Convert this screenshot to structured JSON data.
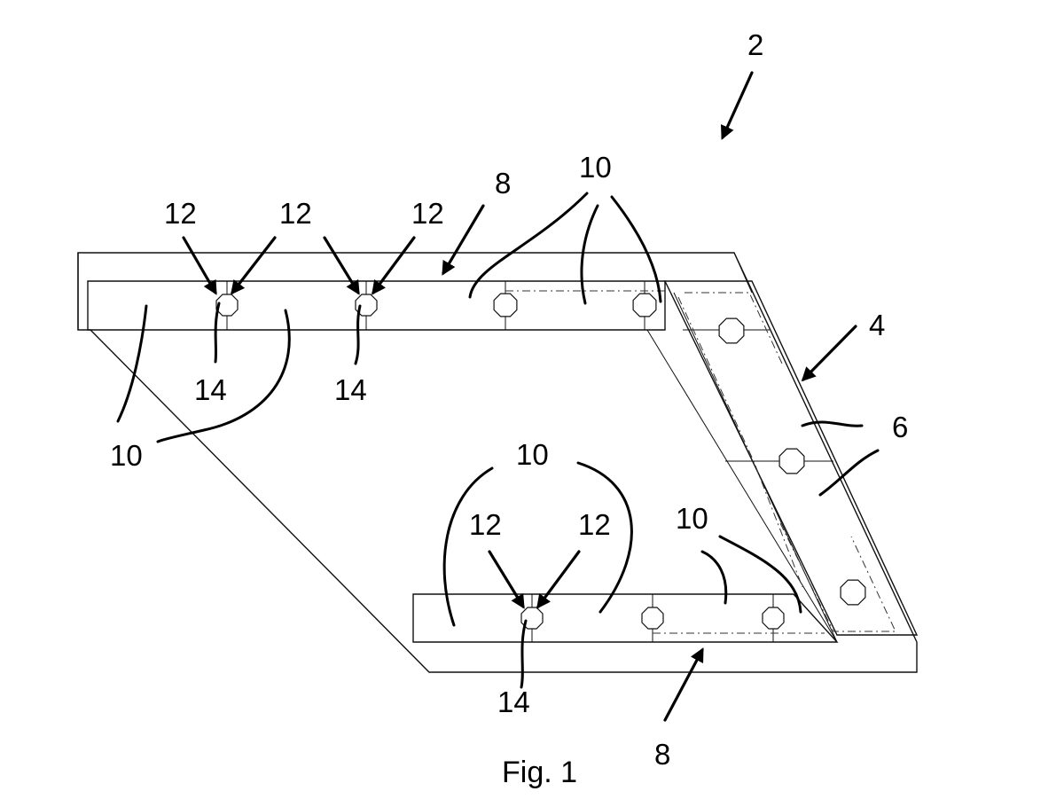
{
  "figure": {
    "caption": "Fig. 1",
    "labels": {
      "assembly": "2",
      "profile": "4",
      "strip": "6",
      "rail": "8",
      "segment": "10",
      "edge": "12",
      "fastener": "14"
    }
  }
}
